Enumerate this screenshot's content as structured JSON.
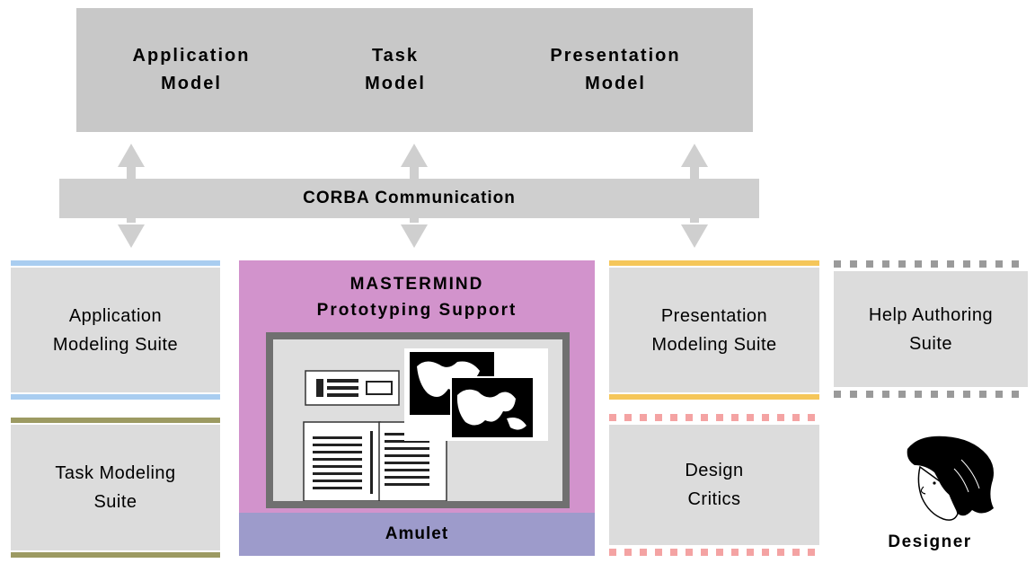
{
  "models": [
    {
      "name": "application-model",
      "label": "Application\nModel"
    },
    {
      "name": "task-model",
      "label": "Task\nModel"
    },
    {
      "name": "presentation-model",
      "label": "Presentation\nModel"
    }
  ],
  "corba": {
    "label": "CORBA Communication"
  },
  "suites": {
    "application": "Application\nModeling Suite",
    "task": "Task Modeling\nSuite",
    "presentation": "Presentation\nModeling Suite",
    "help": "Help Authoring\nSuite",
    "critics": "Design\nCritics"
  },
  "mastermind": {
    "title": "MASTERMIND\nPrototyping Support"
  },
  "amulet": {
    "label": "Amulet"
  },
  "designer": {
    "label": "Designer"
  },
  "colors": {
    "application_bar": "#a9cdf0",
    "task_bar": "#9c9a62",
    "presentation_bar": "#f5c659",
    "help_bar": "#9a9a9a",
    "critics_bar": "#f4a3a3",
    "mastermind": "#d293cc",
    "amulet": "#9d9bcb"
  }
}
